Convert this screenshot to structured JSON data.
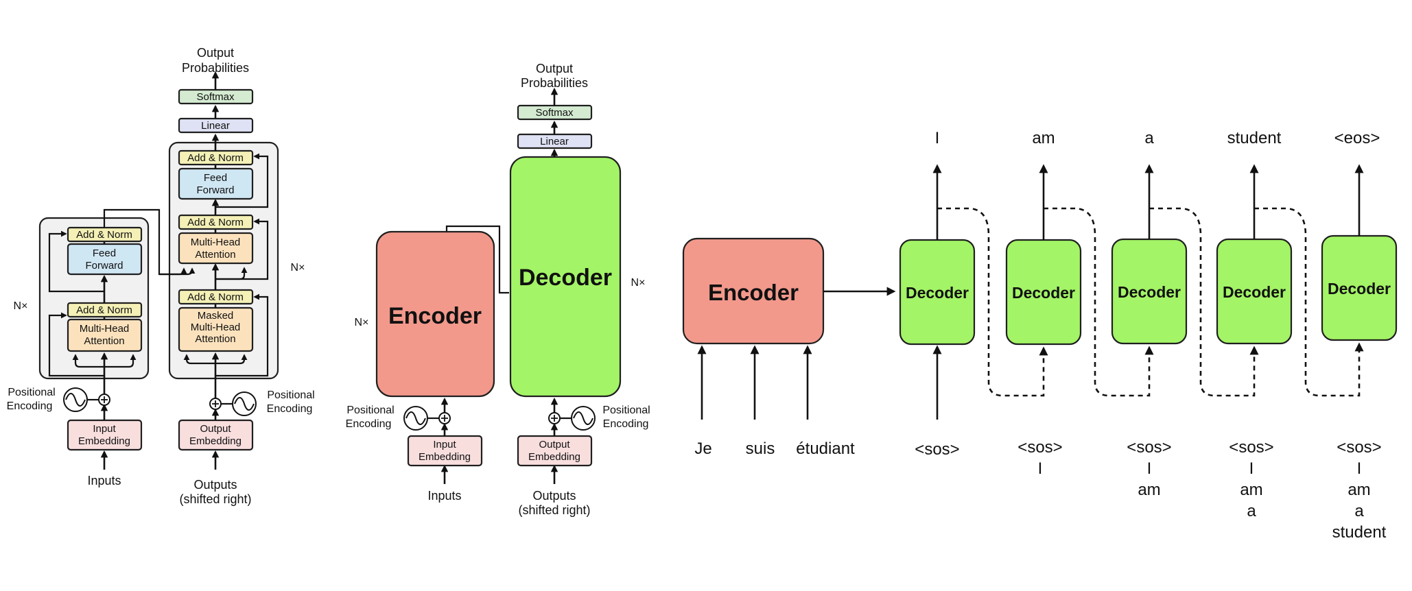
{
  "colors": {
    "encoder": "#f2998c",
    "decoder": "#a3f466",
    "add_norm": "#f4f0b6",
    "feed_forward": "#cfe6f3",
    "attention": "#fbe2bd",
    "embedding": "#f9dede",
    "softmax": "#d4ebd1",
    "linear": "#dfe2f4",
    "stack": "#f1f1f1"
  },
  "icons": [
    "arrow-icon",
    "plus-circle-icon",
    "sine-wave-icon",
    "dashed-feedback-arrow-icon"
  ],
  "panel1": {
    "output_line1": "Output",
    "output_line2": "Probabilities",
    "softmax": "Softmax",
    "linear": "Linear",
    "add_norm": "Add & Norm",
    "feed_forward_line1": "Feed",
    "feed_forward_line2": "Forward",
    "mha_line1": "Multi-Head",
    "mha_line2": "Attention",
    "masked_line1": "Masked",
    "masked_line2": "Multi-Head",
    "masked_line3": "Attention",
    "nx": "N×",
    "pos_enc_line1": "Positional",
    "pos_enc_line2": "Encoding",
    "input_emb_line1": "Input",
    "input_emb_line2": "Embedding",
    "output_emb_line1": "Output",
    "output_emb_line2": "Embedding",
    "inputs": "Inputs",
    "outputs_line1": "Outputs",
    "outputs_line2": "(shifted right)"
  },
  "panel2": {
    "encoder": "Encoder",
    "decoder": "Decoder",
    "nx": "N×",
    "output_line1": "Output",
    "output_line2": "Probabilities",
    "softmax": "Softmax",
    "linear": "Linear",
    "pos_enc_line1": "Positional",
    "pos_enc_line2": "Encoding",
    "input_emb_line1": "Input",
    "input_emb_line2": "Embedding",
    "output_emb_line1": "Output",
    "output_emb_line2": "Embedding",
    "inputs": "Inputs",
    "outputs_line1": "Outputs",
    "outputs_line2": "(shifted right)"
  },
  "panel3": {
    "encoder": "Encoder",
    "decoder": "Decoder",
    "source_tokens": [
      "Je",
      "suis",
      "étudiant"
    ],
    "output_tokens": [
      "I",
      "am",
      "a",
      "student",
      "<eos>"
    ],
    "decoder_inputs": [
      [
        "<sos>"
      ],
      [
        "<sos>",
        "I"
      ],
      [
        "<sos>",
        "I",
        "am"
      ],
      [
        "<sos>",
        "I",
        "am",
        "a"
      ],
      [
        "<sos>",
        "I",
        "am",
        "a",
        "student"
      ]
    ]
  }
}
